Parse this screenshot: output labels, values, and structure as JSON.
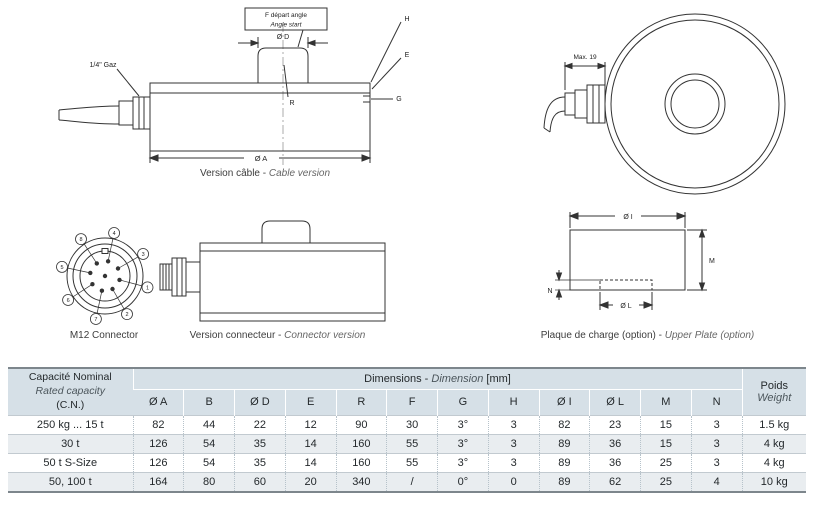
{
  "page": {
    "header_bg": "#d6e0e7",
    "row_alt_bg": "#e9edf0",
    "line_color": "#333333"
  },
  "drawings": {
    "cable_version": {
      "caption_fr": "Version câble - ",
      "caption_en": "Cable version",
      "annotations": {
        "angle_box_fr": "F départ angle",
        "angle_box_en": "Angle start",
        "dia_d": "Ø D",
        "gaz": "1/4\" Gaz",
        "radius": "R",
        "dia_a": "Ø A",
        "h": "H",
        "e": "E",
        "g": "G"
      }
    },
    "top_view": {
      "max_label": "Max. 19"
    },
    "m12": {
      "caption": "M12 Connector",
      "pins": [
        "1",
        "2",
        "3",
        "4",
        "5",
        "6",
        "7",
        "8"
      ]
    },
    "connector_version": {
      "caption_fr": "Version connecteur - ",
      "caption_en": "Connector version"
    },
    "upper_plate": {
      "caption_fr": "Plaque de charge (option) - ",
      "caption_en": "Upper Plate (option)",
      "dia_i": "Ø I",
      "dia_l": "Ø L",
      "m": "M",
      "n": "N"
    }
  },
  "table": {
    "capacity_header": {
      "line1": "Capacité Nominal",
      "line2": "Rated capacity",
      "line3": "(C.N.)"
    },
    "dimensions_header": {
      "fr": "Dimensions - ",
      "it": "Dimension",
      "unit": " [mm]"
    },
    "weight_header": {
      "fr": "Poids",
      "en": "Weight"
    },
    "columns": [
      "Ø A",
      "B",
      "Ø D",
      "E",
      "R",
      "F",
      "G",
      "H",
      "Ø I",
      "Ø L",
      "M",
      "N"
    ],
    "rows": [
      {
        "capacity": "250 kg ... 15 t",
        "values": [
          "82",
          "44",
          "22",
          "12",
          "90",
          "30",
          "3°",
          "3",
          "82",
          "23",
          "15",
          "3"
        ],
        "weight": "1.5 kg"
      },
      {
        "capacity": "30 t",
        "values": [
          "126",
          "54",
          "35",
          "14",
          "160",
          "55",
          "3°",
          "3",
          "89",
          "36",
          "15",
          "3"
        ],
        "weight": "4 kg"
      },
      {
        "capacity": "50 t S-Size",
        "values": [
          "126",
          "54",
          "35",
          "14",
          "160",
          "55",
          "3°",
          "3",
          "89",
          "36",
          "25",
          "3"
        ],
        "weight": "4 kg"
      },
      {
        "capacity": "50, 100 t",
        "values": [
          "164",
          "80",
          "60",
          "20",
          "340",
          "/",
          "0°",
          "0",
          "89",
          "62",
          "25",
          "4"
        ],
        "weight": "10 kg"
      }
    ]
  }
}
